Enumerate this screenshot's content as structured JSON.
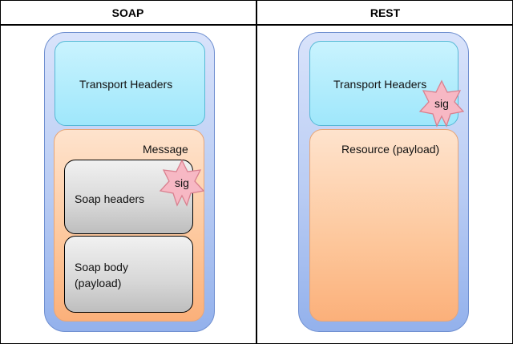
{
  "columns": {
    "soap": {
      "title": "SOAP",
      "transport_label": "Transport Headers",
      "message_label": "Message",
      "soap_headers_label": "Soap headers",
      "soap_body_label_line1": "Soap body",
      "soap_body_label_line2": "(payload)",
      "sig_label": "sig"
    },
    "rest": {
      "title": "REST",
      "transport_label": "Transport Headers",
      "resource_label": "Resource (payload)",
      "sig_label": "sig"
    }
  },
  "colors": {
    "outer_fill": "#b8cbf3",
    "transport_fill": "#9fe7fb",
    "message_fill": "#fdc69a",
    "soap_box_fill": "#d7d7d7",
    "sig_fill": "#f7b8c4",
    "sig_stroke": "#d9808f"
  },
  "icons": {
    "signature": "star-badge-icon"
  }
}
